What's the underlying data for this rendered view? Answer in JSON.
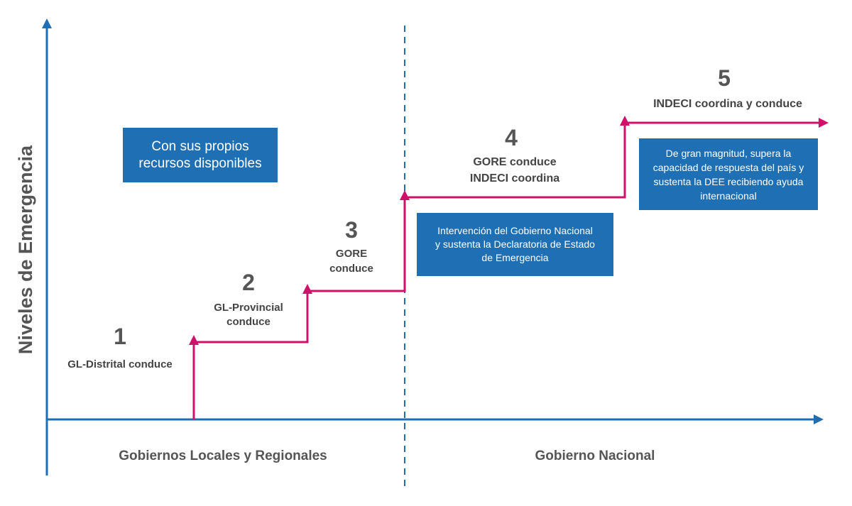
{
  "y_axis_label": "Niveles de Emergencia",
  "regions": {
    "left": "Gobiernos Locales y Regionales",
    "right": "Gobierno Nacional"
  },
  "levels": [
    {
      "number": "1",
      "lines": [
        "GL-Distrital conduce"
      ]
    },
    {
      "number": "2",
      "lines": [
        "GL-Provincial",
        "conduce"
      ]
    },
    {
      "number": "3",
      "lines": [
        "GORE",
        "conduce"
      ]
    },
    {
      "number": "4",
      "lines": [
        "GORE conduce",
        "INDECI coordina"
      ]
    },
    {
      "number": "5",
      "lines": [
        "INDECI coordina y conduce"
      ]
    }
  ],
  "boxes": {
    "own_resources": [
      "Con sus propios",
      "recursos disponibles"
    ],
    "national_intervention": [
      "Intervención del Gobierno Nacional",
      "y sustenta la Declaratoria de Estado",
      "de Emergencia"
    ],
    "international_aid": [
      "De gran magnitud, supera la",
      "capacidad de respuesta del país y",
      "sustenta la DEE recibiendo ayuda",
      "internacional"
    ]
  },
  "colors": {
    "axis": "#1f6fb5",
    "step_line": "#d0116b",
    "box_fill": "#1f6fb5",
    "level_number": "#555555",
    "label_text": "#444444"
  }
}
